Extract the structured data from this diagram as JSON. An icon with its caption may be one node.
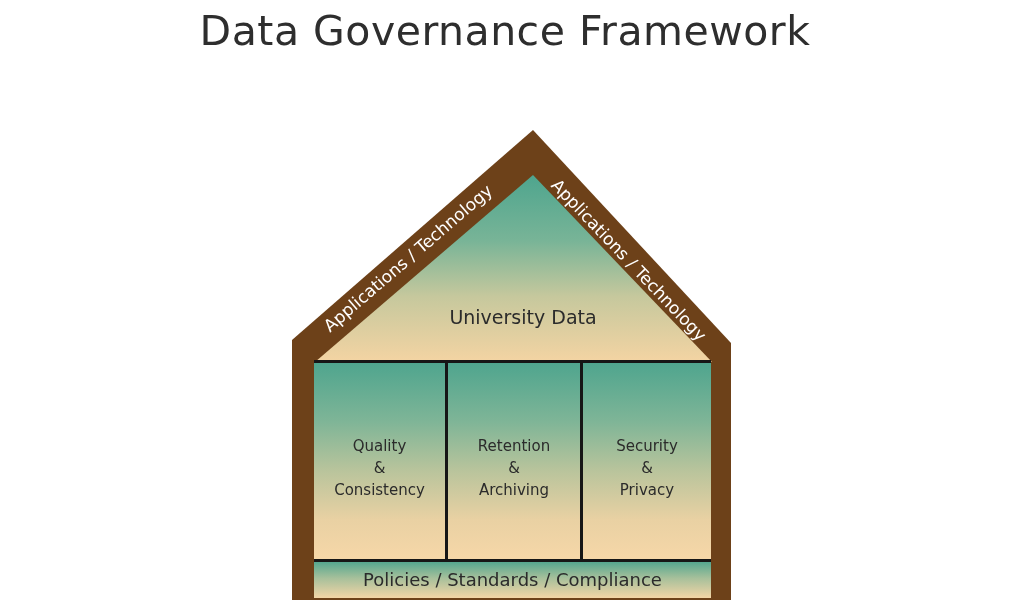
{
  "diagram": {
    "title": "Data Governance Framework",
    "nodes": [
      {
        "text": [
          "Applications / Technology",
          "Applications / Technology"
        ]
      },
      {
        "text": [
          "University Data"
        ],
        "in": 0
      },
      {
        "text": [
          "Quality & Consistency"
        ],
        "in": 0
      },
      {
        "text": [
          "Retention & Archiving"
        ],
        "in": 0
      },
      {
        "text": [
          "Security & Privacy"
        ],
        "in": 0
      },
      {
        "text": [
          "Policies / Standards / Compliance"
        ],
        "in": 0
      }
    ]
  }
}
